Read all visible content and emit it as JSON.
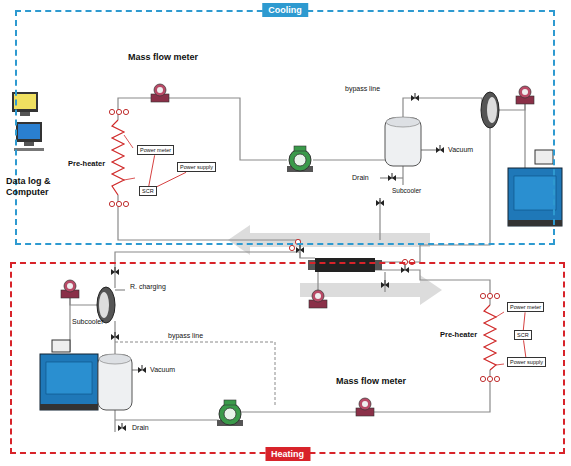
{
  "diagram": {
    "nodes": [
      {
        "text": [
          "Cooling"
        ]
      },
      {
        "text": [
          "Power meter"
        ],
        "in": 0
      },
      {
        "text": [
          "Power supply"
        ],
        "in": 0
      },
      {
        "text": [
          "SCR"
        ],
        "in": 0
      },
      {
        "text": [
          "Heating"
        ]
      },
      {
        "text": [
          "Power meter"
        ],
        "in": 4
      },
      {
        "text": [
          "SCR"
        ],
        "in": 4
      },
      {
        "text": [
          "Power supply"
        ],
        "in": 4
      }
    ],
    "edges": [
      {
        "from": 3,
        "to": 1,
        "arrow": "none"
      },
      {
        "from": 3,
        "to": 2,
        "arrow": "none"
      },
      {
        "from": 6,
        "to": 5,
        "arrow": "none"
      },
      {
        "from": 6,
        "to": 7,
        "arrow": "none"
      }
    ],
    "labels": [
      "Mass flow meter",
      "bypass line",
      "Vacuum",
      "Drain",
      "Subcooler",
      "Pre-heater",
      "Data log & Computer",
      "R. charging",
      "Subcooler",
      "bypass line",
      "Vacuum",
      "Drain",
      "Mass flow meter",
      "Pre-heater"
    ]
  }
}
